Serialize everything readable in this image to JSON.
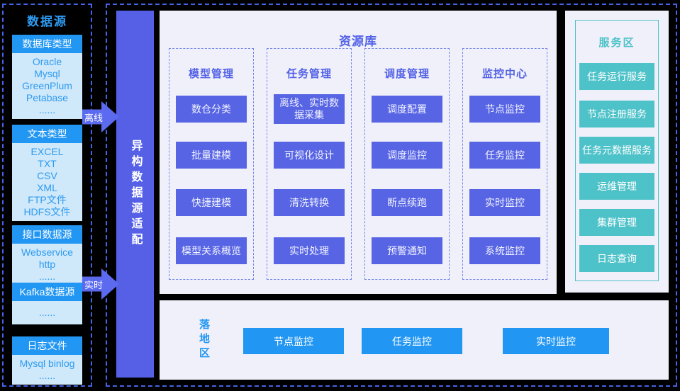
{
  "colors": {
    "background": "#000000",
    "dashed_border": "#4463E8",
    "bright_blue": "#2196F3",
    "light_blue_card_body": "#CFE8FA",
    "adapter_bar_purple": "#5560E6",
    "module_button_purple": "#5765E4",
    "panel_background": "#F0F0FA",
    "teal": "#4EC2C9",
    "title_purple": "#5362E6"
  },
  "sidebar": {
    "title": "数据源",
    "cards": [
      {
        "header": "数据库类型",
        "lines": [
          "Oracle",
          "Mysql",
          "GreenPlum",
          "Petabase",
          "......"
        ]
      },
      {
        "header": "文本类型",
        "lines": [
          "EXCEL",
          "TXT",
          "CSV",
          "XML",
          "FTP文件",
          "HDFS文件"
        ]
      },
      {
        "header": "接口数据源",
        "lines": [
          "Webservice",
          "http",
          "......"
        ]
      },
      {
        "header": "Kafka数据源",
        "lines": [
          "......"
        ]
      },
      {
        "header": "日志文件",
        "lines": [
          "Mysql binlog",
          "......"
        ]
      }
    ]
  },
  "adapter_bar": {
    "label": "异构数据源适配"
  },
  "arrows": [
    {
      "label": "离线"
    },
    {
      "label": "实时"
    }
  ],
  "resource_area": {
    "title": "资源库",
    "columns": [
      {
        "header": "模型管理",
        "items": [
          "数仓分类",
          "批量建模",
          "快捷建模",
          "模型关系概览"
        ]
      },
      {
        "header": "任务管理",
        "items": [
          "离线、实时数据采集",
          "可视化设计",
          "清洗转换",
          "实时处理"
        ]
      },
      {
        "header": "调度管理",
        "items": [
          "调度配置",
          "调度监控",
          "断点续跑",
          "预警通知"
        ]
      },
      {
        "header": "监控中心",
        "items": [
          "节点监控",
          "任务监控",
          "实时监控",
          "系统监控"
        ]
      }
    ]
  },
  "landing_area": {
    "title": "落地区",
    "items": [
      "节点监控",
      "任务监控",
      "实时监控"
    ]
  },
  "service_area": {
    "title": "服务区",
    "items": [
      "任务运行服务",
      "节点注册服务",
      "任务元数据服务",
      "运维管理",
      "集群管理",
      "日志查询"
    ]
  }
}
